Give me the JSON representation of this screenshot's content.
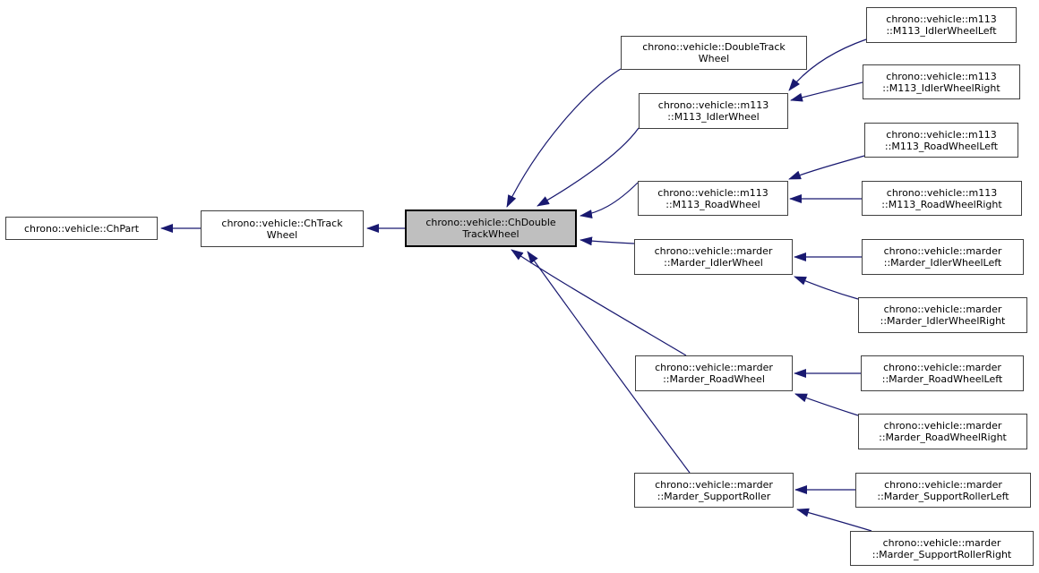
{
  "diagram_type": "class-inheritance-graph",
  "colors": {
    "edge": "#191970",
    "node_border": "#404040",
    "node_fill": "#ffffff",
    "highlight_fill": "#bfbfbf",
    "highlight_border": "#000000",
    "text": "#000000"
  },
  "nodes": {
    "chpart": {
      "line1": "chrono::vehicle::ChPart"
    },
    "chtrackwheel": {
      "line1": "chrono::vehicle::ChTrack",
      "line2": "Wheel"
    },
    "chdoubletrackwheel": {
      "line1": "chrono::vehicle::ChDouble",
      "line2": "TrackWheel",
      "highlighted": true
    },
    "doubletrackwheel": {
      "line1": "chrono::vehicle::DoubleTrack",
      "line2": "Wheel"
    },
    "m113_idlerwheel": {
      "line1": "chrono::vehicle::m113",
      "line2": "::M113_IdlerWheel"
    },
    "m113_idlerwheelleft": {
      "line1": "chrono::vehicle::m113",
      "line2": "::M113_IdlerWheelLeft"
    },
    "m113_idlerwheelright": {
      "line1": "chrono::vehicle::m113",
      "line2": "::M113_IdlerWheelRight"
    },
    "m113_roadwheel": {
      "line1": "chrono::vehicle::m113",
      "line2": "::M113_RoadWheel"
    },
    "m113_roadwheelleft": {
      "line1": "chrono::vehicle::m113",
      "line2": "::M113_RoadWheelLeft"
    },
    "m113_roadwheelright": {
      "line1": "chrono::vehicle::m113",
      "line2": "::M113_RoadWheelRight"
    },
    "marder_idlerwheel": {
      "line1": "chrono::vehicle::marder",
      "line2": "::Marder_IdlerWheel"
    },
    "marder_idlerwheelleft": {
      "line1": "chrono::vehicle::marder",
      "line2": "::Marder_IdlerWheelLeft"
    },
    "marder_idlerwheelright": {
      "line1": "chrono::vehicle::marder",
      "line2": "::Marder_IdlerWheelRight"
    },
    "marder_roadwheel": {
      "line1": "chrono::vehicle::marder",
      "line2": "::Marder_RoadWheel"
    },
    "marder_roadwheelleft": {
      "line1": "chrono::vehicle::marder",
      "line2": "::Marder_RoadWheelLeft"
    },
    "marder_roadwheelright": {
      "line1": "chrono::vehicle::marder",
      "line2": "::Marder_RoadWheelRight"
    },
    "marder_supportroller": {
      "line1": "chrono::vehicle::marder",
      "line2": "::Marder_SupportRoller"
    },
    "marder_supportrollerleft": {
      "line1": "chrono::vehicle::marder",
      "line2": "::Marder_SupportRollerLeft"
    },
    "marder_supportrollerright": {
      "line1": "chrono::vehicle::marder",
      "line2": "::Marder_SupportRollerRight"
    }
  },
  "edges": [
    {
      "from": "chtrackwheel",
      "to": "chpart"
    },
    {
      "from": "chdoubletrackwheel",
      "to": "chtrackwheel"
    },
    {
      "from": "doubletrackwheel",
      "to": "chdoubletrackwheel"
    },
    {
      "from": "m113_idlerwheel",
      "to": "chdoubletrackwheel"
    },
    {
      "from": "m113_roadwheel",
      "to": "chdoubletrackwheel"
    },
    {
      "from": "marder_idlerwheel",
      "to": "chdoubletrackwheel"
    },
    {
      "from": "marder_roadwheel",
      "to": "chdoubletrackwheel"
    },
    {
      "from": "marder_supportroller",
      "to": "chdoubletrackwheel"
    },
    {
      "from": "m113_idlerwheelleft",
      "to": "m113_idlerwheel"
    },
    {
      "from": "m113_idlerwheelright",
      "to": "m113_idlerwheel"
    },
    {
      "from": "m113_roadwheelleft",
      "to": "m113_roadwheel"
    },
    {
      "from": "m113_roadwheelright",
      "to": "m113_roadwheel"
    },
    {
      "from": "marder_idlerwheelleft",
      "to": "marder_idlerwheel"
    },
    {
      "from": "marder_idlerwheelright",
      "to": "marder_idlerwheel"
    },
    {
      "from": "marder_roadwheelleft",
      "to": "marder_roadwheel"
    },
    {
      "from": "marder_roadwheelright",
      "to": "marder_roadwheel"
    },
    {
      "from": "marder_supportrollerleft",
      "to": "marder_supportroller"
    },
    {
      "from": "marder_supportrollerright",
      "to": "marder_supportroller"
    }
  ]
}
